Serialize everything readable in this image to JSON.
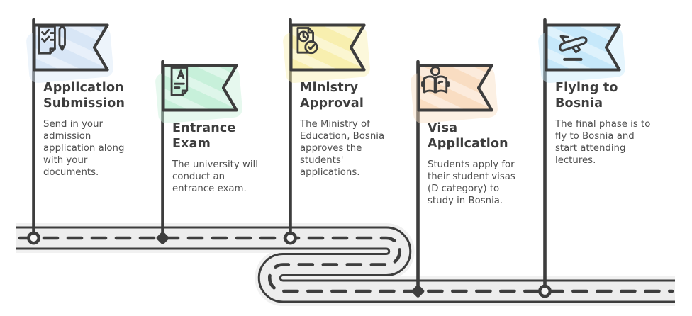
{
  "ink_color": "#3d3d3d",
  "road": {
    "fill_color": "#ededed",
    "style": "dashed-centerline"
  },
  "steps": [
    {
      "name": "application-submission",
      "title": "Application\nSubmission",
      "description": "Send in your\nadmission\napplication along\nwith your\ndocuments.",
      "icon": "checklist-and-pen-icon",
      "flag_color": "#d8e6f6",
      "marker": "hollow-circle"
    },
    {
      "name": "entrance-exam",
      "title": "Entrance\nExam",
      "description": "The university will\nconduct an\nentrance exam.",
      "icon": "graded-paper-icon",
      "flag_color": "#c7f0da",
      "marker": "filled-diamond"
    },
    {
      "name": "ministry-approval",
      "title": "Ministry\nApproval",
      "description": "The Ministry of\nEducation, Bosnia\napproves the\nstudents'\napplications.",
      "icon": "approved-document-icon",
      "flag_color": "#f8efaf",
      "marker": "hollow-circle"
    },
    {
      "name": "visa-application",
      "title": "Visa\nApplication",
      "description": "Students apply for\ntheir student visas\n(D category) to\nstudy in Bosnia.",
      "icon": "person-reading-icon",
      "flag_color": "#f9ddc2",
      "marker": "filled-diamond"
    },
    {
      "name": "flying-to-bosnia",
      "title": "Flying to\nBosnia",
      "description": "The final phase is to\nfly to Bosnia and\nstart attending\nlectures.",
      "icon": "airplane-icon",
      "flag_color": "#c6e8fa",
      "marker": "hollow-circle"
    }
  ]
}
